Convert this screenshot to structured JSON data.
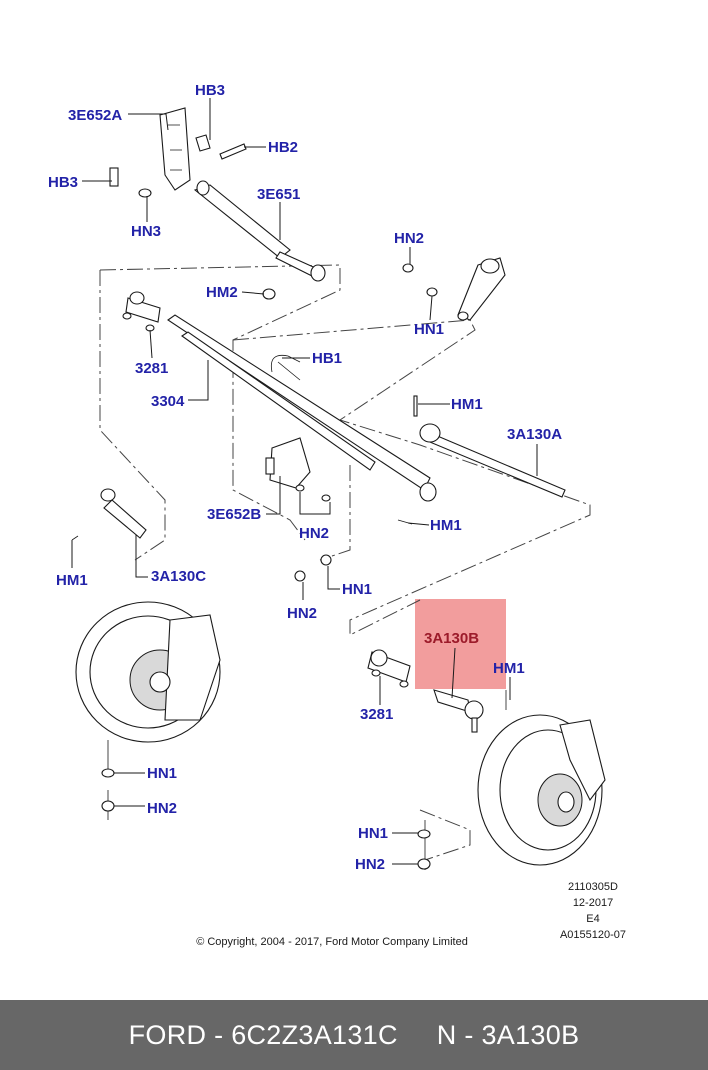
{
  "callouts": {
    "hb3_top": "HB3",
    "e652a": "3E652A",
    "hb2": "HB2",
    "hb3_left": "HB3",
    "e651": "3E651",
    "hn3": "HN3",
    "hn2_top": "HN2",
    "hm2": "HM2",
    "hn1_top": "HN1",
    "r3281_top": "3281",
    "hb1": "HB1",
    "r3304": "3304",
    "hm1_mid": "HM1",
    "a130a": "3A130A",
    "e652b": "3E652B",
    "hm1_right": "HM1",
    "hn2_mid": "HN2",
    "hm1_left": "HM1",
    "a130c": "3A130C",
    "hn1_mid": "HN1",
    "hn2_low": "HN2",
    "a130b": "3A130B",
    "hm1_low": "HM1",
    "r3281_low": "3281",
    "hn1_leftbot": "HN1",
    "hn2_leftbot": "HN2",
    "hn1_rightbot": "HN1",
    "hn2_rightbot": "HN2"
  },
  "meta": {
    "code": "2110305D",
    "date": "12-2017",
    "rev": "E4",
    "ref": "A0155120-07",
    "copyright": "© Copyright, 2004 - 2017, Ford Motor Company Limited"
  },
  "highlight": {
    "part": "3A130B",
    "color": "#f08c8c"
  },
  "footer": {
    "text": "FORD - 6C2Z3A131C     N - 3A130B"
  },
  "colors": {
    "callout": "#2323a8",
    "footer_bg": "#676767"
  }
}
